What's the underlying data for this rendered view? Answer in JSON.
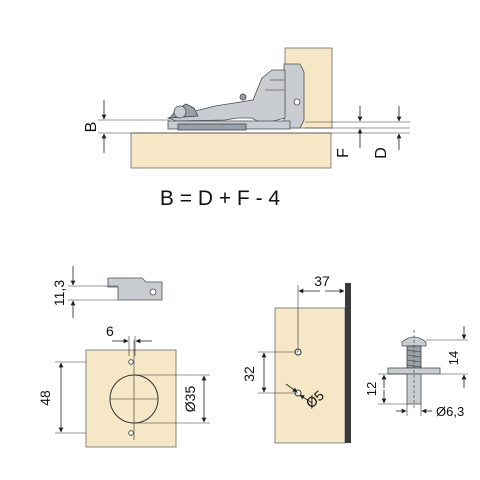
{
  "formula": "B = D + F - 4",
  "labels": {
    "B": "B",
    "F": "F",
    "D": "D",
    "h_11_3": "11,3",
    "w_6": "6",
    "h_48": "48",
    "d_35": "Ø35",
    "w_37": "37",
    "h_32": "32",
    "d_5": "Ø5",
    "h_12": "12",
    "h_14": "14",
    "d_6_3": "Ø6,3"
  },
  "colors": {
    "wood": "#f6e7c6",
    "metal": "#c9ccd0",
    "lines": "#222222"
  }
}
